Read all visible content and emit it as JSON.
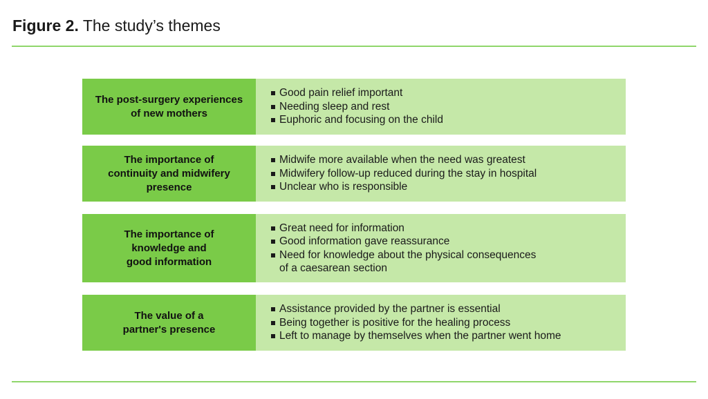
{
  "figure": {
    "label": "Figure 2.",
    "caption": "The study’s themes"
  },
  "themes": [
    {
      "title": "The post-surgery experiences\nof new mothers",
      "points": [
        "Good pain relief important",
        "Needing sleep and rest",
        "Euphoric and focusing on the child"
      ]
    },
    {
      "title": "The importance of\ncontinuity and midwifery\npresence",
      "points": [
        "Midwife more available when the need was greatest",
        "Midwifery follow-up reduced during the stay in hospital",
        "Unclear who is responsible"
      ]
    },
    {
      "title": "The importance of\nknowledge and\ngood information",
      "points": [
        "Great need for information",
        "Good information gave reassurance",
        "Need for knowledge about the physical consequences\nof a caesarean section"
      ]
    },
    {
      "title": "The value of a\npartner's presence",
      "points": [
        "Assistance provided by the partner is essential",
        "Being together is positive for the healing process",
        "Left to  manage by themselves when the partner went home"
      ]
    }
  ],
  "colors": {
    "rule": "#8fd66a",
    "theme_title_bg": "#7acb48",
    "theme_body_bg": "#c5e8a8"
  }
}
